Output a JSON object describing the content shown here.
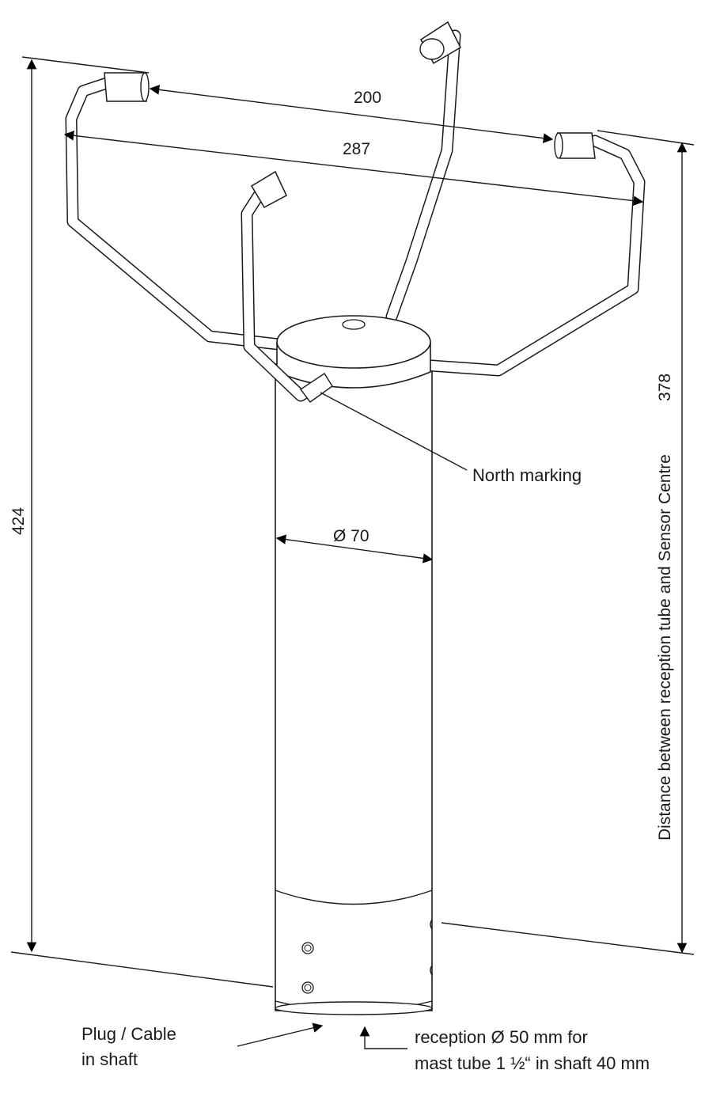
{
  "dimensions": {
    "transducer_spacing": "200",
    "arm_span": "287",
    "total_height": "424",
    "body_diameter": "Ø 70",
    "tube_to_sensor_centre": "378"
  },
  "labels": {
    "north_marking": "North marking",
    "vertical_caption": "Distance between reception tube and Sensor Centre",
    "plug_line1": "Plug / Cable",
    "plug_line2": "in shaft",
    "reception_line1": "reception Ø 50 mm for",
    "reception_line2": "mast tube 1 ½“ in shaft 40 mm"
  }
}
